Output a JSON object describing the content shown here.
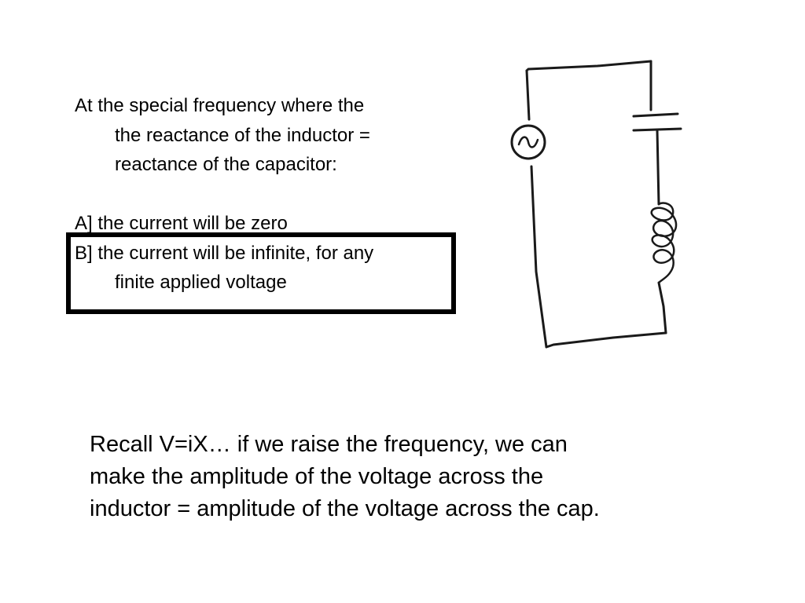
{
  "question": {
    "line1": "At the special frequency where the",
    "line2": "the reactance of the inductor =",
    "line3": "reactance of the capacitor:"
  },
  "options": {
    "a": "A] the current will be zero",
    "b_line1": "B] the current will be infinite, for any",
    "b_line2": "finite applied voltage"
  },
  "explanation": {
    "line1": "Recall V=iX… if we raise the frequency, we can",
    "line2": "make the amplitude of the voltage across the",
    "line3": "inductor = amplitude of the voltage across the cap."
  },
  "circuit": {
    "source_symbol": "~",
    "ink_color": "#1a1a1a"
  }
}
